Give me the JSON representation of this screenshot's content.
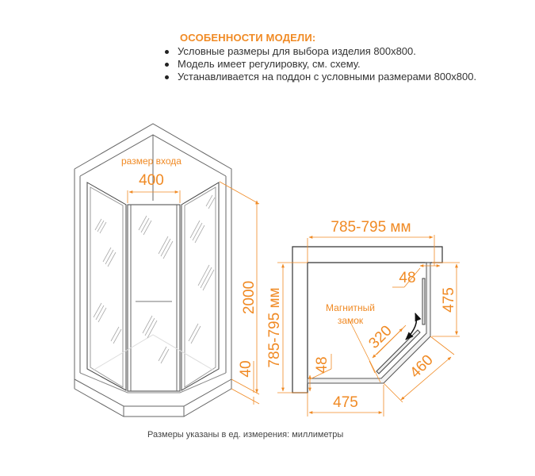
{
  "features": {
    "title": "ОСОБЕННОСТИ МОДЕЛИ:",
    "items": [
      "Условные размеры для выбора изделия 800х800.",
      "Модель имеет регулировку, см. схему.",
      "Устанавливается на поддон с условными размерами 800х800."
    ]
  },
  "isometric": {
    "entry_label": "размер входа",
    "entry_width": "400",
    "height": "2000",
    "tray_height": "40"
  },
  "plan": {
    "width_range": "785-795 мм",
    "depth_range": "785-795 мм",
    "adjust_top": "48",
    "adjust_left": "48",
    "side_right": "475",
    "side_bottom": "475",
    "diagonal": "460",
    "door": "320",
    "magnet_label_line1": "Магнитный",
    "magnet_label_line2": "замок"
  },
  "footnote": "Размеры указаны в ед. измерения: миллиметры",
  "colors": {
    "accent": "#f08a24",
    "line": "#555555"
  }
}
